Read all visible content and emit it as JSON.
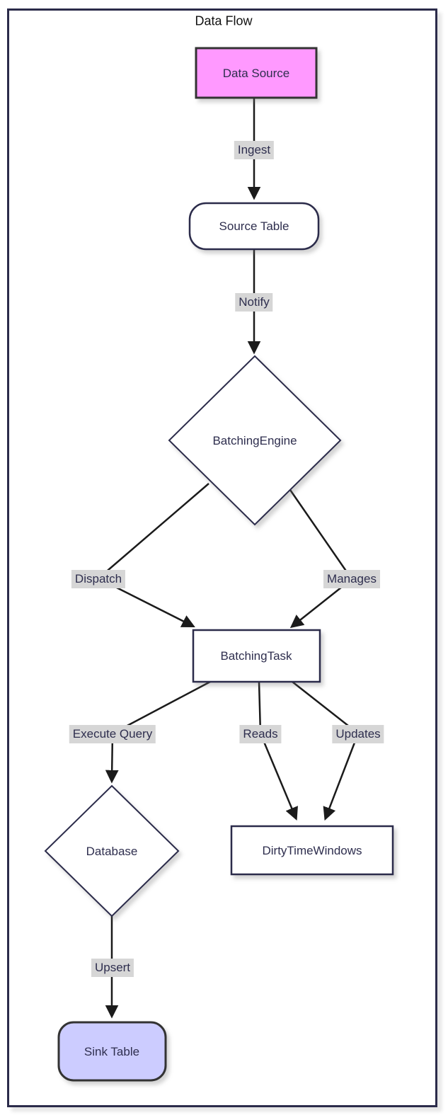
{
  "diagram": {
    "title": "Data Flow",
    "type": "flowchart",
    "nodes": [
      {
        "id": "data-source",
        "label": "Data Source",
        "shape": "rectangle",
        "fill": "#ff99ff",
        "stroke": "#333333"
      },
      {
        "id": "source-table",
        "label": "Source Table",
        "shape": "rounded-rectangle",
        "fill": "#ffffff",
        "stroke": "#2b2b4a"
      },
      {
        "id": "batching-engine",
        "label": "BatchingEngine",
        "shape": "diamond",
        "fill": "#ffffff",
        "stroke": "#2b2b4a"
      },
      {
        "id": "batching-task",
        "label": "BatchingTask",
        "shape": "rectangle",
        "fill": "#ffffff",
        "stroke": "#2b2b4a"
      },
      {
        "id": "database",
        "label": "Database",
        "shape": "diamond",
        "fill": "#ffffff",
        "stroke": "#2b2b4a"
      },
      {
        "id": "dirty-time-windows",
        "label": "DirtyTimeWindows",
        "shape": "rectangle",
        "fill": "#ffffff",
        "stroke": "#2b2b4a"
      },
      {
        "id": "sink-table",
        "label": "Sink Table",
        "shape": "rounded-rectangle",
        "fill": "#ccccff",
        "stroke": "#333333"
      }
    ],
    "edges": [
      {
        "from": "data-source",
        "to": "source-table",
        "label": "Ingest"
      },
      {
        "from": "source-table",
        "to": "batching-engine",
        "label": "Notify"
      },
      {
        "from": "batching-engine",
        "to": "batching-task",
        "label": "Dispatch"
      },
      {
        "from": "batching-engine",
        "to": "batching-task",
        "label": "Manages"
      },
      {
        "from": "batching-task",
        "to": "database",
        "label": "Execute Query"
      },
      {
        "from": "batching-task",
        "to": "dirty-time-windows",
        "label": "Reads"
      },
      {
        "from": "batching-task",
        "to": "dirty-time-windows",
        "label": "Updates"
      },
      {
        "from": "database",
        "to": "sink-table",
        "label": "Upsert"
      }
    ],
    "colors": {
      "frame_stroke": "#2b2b4a",
      "node_stroke": "#2b2b4a",
      "highlight_pink": "#ff99ff",
      "highlight_lavender": "#ccccff",
      "highlight_stroke": "#333333",
      "edge_stroke": "#1b1b1b",
      "edge_label_background": "#d6d6d6",
      "text": "#2e2e4e"
    }
  }
}
